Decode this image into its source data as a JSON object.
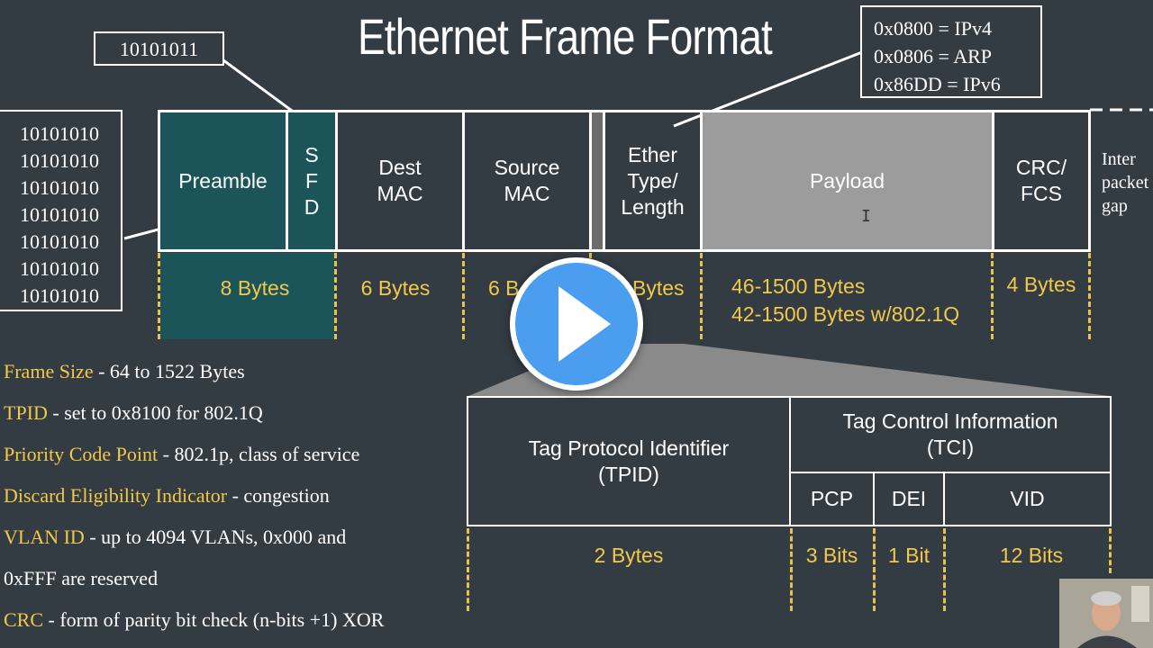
{
  "slide": {
    "title": "Ethernet Frame Format",
    "sfd_bits": "10101011",
    "preamble_bits": [
      "10101010",
      "10101010",
      "10101010",
      "10101010",
      "10101010",
      "10101010",
      "10101010"
    ],
    "ethertype_values": [
      "0x0800 = IPv4",
      "0x0806 = ARP",
      "0x86DD = IPv6"
    ],
    "frame_fields": {
      "preamble": "Preamble",
      "sfd": [
        "S",
        "F",
        "D"
      ],
      "dest_mac": [
        "Dest",
        "MAC"
      ],
      "source_mac": [
        "Source",
        "MAC"
      ],
      "ethertype": [
        "Ether",
        "Type/",
        "Length"
      ],
      "payload": "Payload",
      "crc": [
        "CRC/",
        "FCS"
      ],
      "gap": [
        "Inter",
        "packet",
        "gap"
      ]
    },
    "frame_sizes": {
      "preamble": "8 Bytes",
      "dest_mac": "6 Bytes",
      "source_mac": "6 B",
      "ethertype": "Bytes",
      "payload": [
        "46-1500 Bytes",
        "42-1500 Bytes w/802.1Q"
      ],
      "crc": "4 Bytes"
    },
    "tag_fields": {
      "tpid": [
        "Tag Protocol Identifier",
        "(TPID)"
      ],
      "tci": [
        "Tag Control Information",
        "(TCI)"
      ],
      "pcp": "PCP",
      "dei": "DEI",
      "vid": "VID"
    },
    "tag_sizes": {
      "tpid": "2 Bytes",
      "pcp": "3 Bits",
      "dei": "1 Bit",
      "vid": "12 Bits"
    },
    "notes": [
      {
        "key": "Frame Size",
        "text": " - 64 to 1522 Bytes"
      },
      {
        "key": "TPID",
        "text": " - set to 0x8100 for 802.1Q"
      },
      {
        "key": "Priority Code Point",
        "text": " - 802.1p, class of service"
      },
      {
        "key": "Discard Eligibility Indicator",
        "text": " - congestion"
      },
      {
        "key": "VLAN ID",
        "text": " - up to 4094 VLANs, 0x000 and"
      },
      {
        "key": "",
        "text": "0xFFF are reserved"
      },
      {
        "key": "CRC",
        "text": " - form of parity bit check  (n-bits +1) XOR"
      }
    ]
  },
  "player": {
    "play_button": "play",
    "colors": {
      "accent": "#4b9df0",
      "highlight": "#f2c84b",
      "teal": "#1b5459",
      "background": "#343c43"
    }
  }
}
